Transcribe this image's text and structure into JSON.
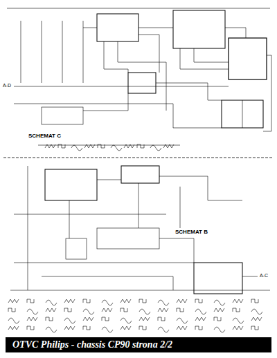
{
  "diagram": {
    "title": "OTVC Philips - chassis CP90 strona 2/2",
    "labels": [
      "SCHEMAT C",
      "A-D",
      "SCHEMAT B",
      "A-C"
    ]
  }
}
